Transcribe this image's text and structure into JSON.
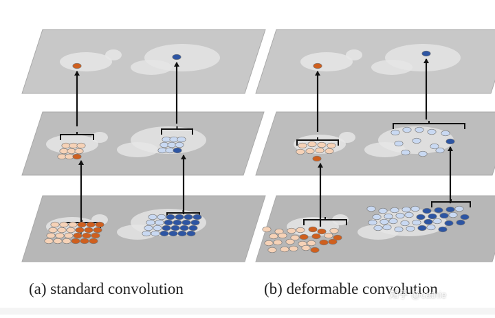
{
  "captions": {
    "a": "(a) standard convolution",
    "b": "(b) deformable convolution"
  },
  "watermark": "知乎 @cathie",
  "colors": {
    "plane_top": "#c8c8c8",
    "plane_mid": "#bdbdbd",
    "plane_bottom": "#b7b7b7",
    "animal": "#e6e6e6",
    "orange_dark": "#cf5f1e",
    "orange_light": "#f6d2b7",
    "blue_dark": "#2d55a3",
    "blue_light": "#c9d9f2",
    "arrow": "#111111"
  }
}
